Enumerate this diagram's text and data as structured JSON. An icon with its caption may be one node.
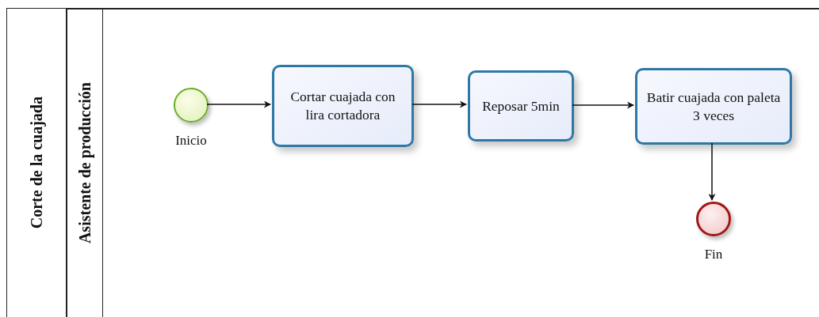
{
  "diagram": {
    "nodes": [
      {
        "text": [
          "Corte de la cuajada"
        ]
      },
      {
        "text": [
          "Asistente de producción"
        ],
        "in": 0
      },
      {
        "text": [],
        "shape": "circle",
        "beside": [
          "Inicio"
        ],
        "in": 1
      },
      {
        "text": [
          "Cortar cuajada con lira cortadora"
        ],
        "in": 1
      },
      {
        "text": [
          "Reposar 5min"
        ],
        "in": 1
      },
      {
        "text": [
          "Batir cuajada con paleta 3 veces"
        ],
        "in": 1
      },
      {
        "text": [],
        "shape": "circle",
        "beside": [
          "Fin"
        ],
        "in": 1
      }
    ],
    "edges": [
      {
        "from": 2,
        "to": 3,
        "arrow": "to"
      },
      {
        "from": 3,
        "to": 4,
        "arrow": "to"
      },
      {
        "from": 4,
        "to": 5,
        "arrow": "to"
      },
      {
        "from": 5,
        "to": 6,
        "arrow": "to"
      }
    ]
  }
}
